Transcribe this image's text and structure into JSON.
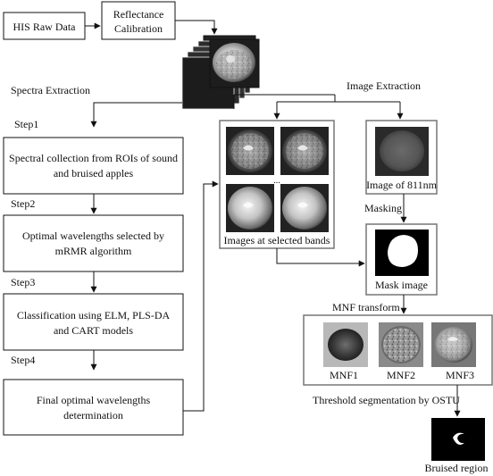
{
  "boxes": {
    "raw_data": "HIS Raw Data",
    "calibration": [
      "Reflectance",
      "Calibration"
    ],
    "step1_box": [
      "Spectral collection from ROIs of sound",
      "and bruised apples"
    ],
    "step2_box": [
      "Optimal wavelengths selected by",
      "mRMR algorithm"
    ],
    "step3_box": [
      "Classification  using ELM, PLS-DA",
      "and CART models"
    ],
    "step4_box": [
      "Final optimal wavelengths",
      "determination"
    ]
  },
  "labels": {
    "spectra_extraction": "Spectra Extraction",
    "image_extraction": "Image Extraction",
    "step1": "Step1",
    "step2": "Step2",
    "step3": "Step3",
    "step4": "Step4",
    "selected_bands": "Images at selected bands",
    "ellipsis": "...",
    "image_811": "Image of 811nm",
    "masking": "Masking",
    "mask_image": "Mask image",
    "mnf_transform": "MNF transform",
    "mnf1": "MNF1",
    "mnf2": "MNF2",
    "mnf3": "MNF3",
    "threshold": "Threshold segmentation by OSTU",
    "bruised_region": "Bruised region"
  }
}
